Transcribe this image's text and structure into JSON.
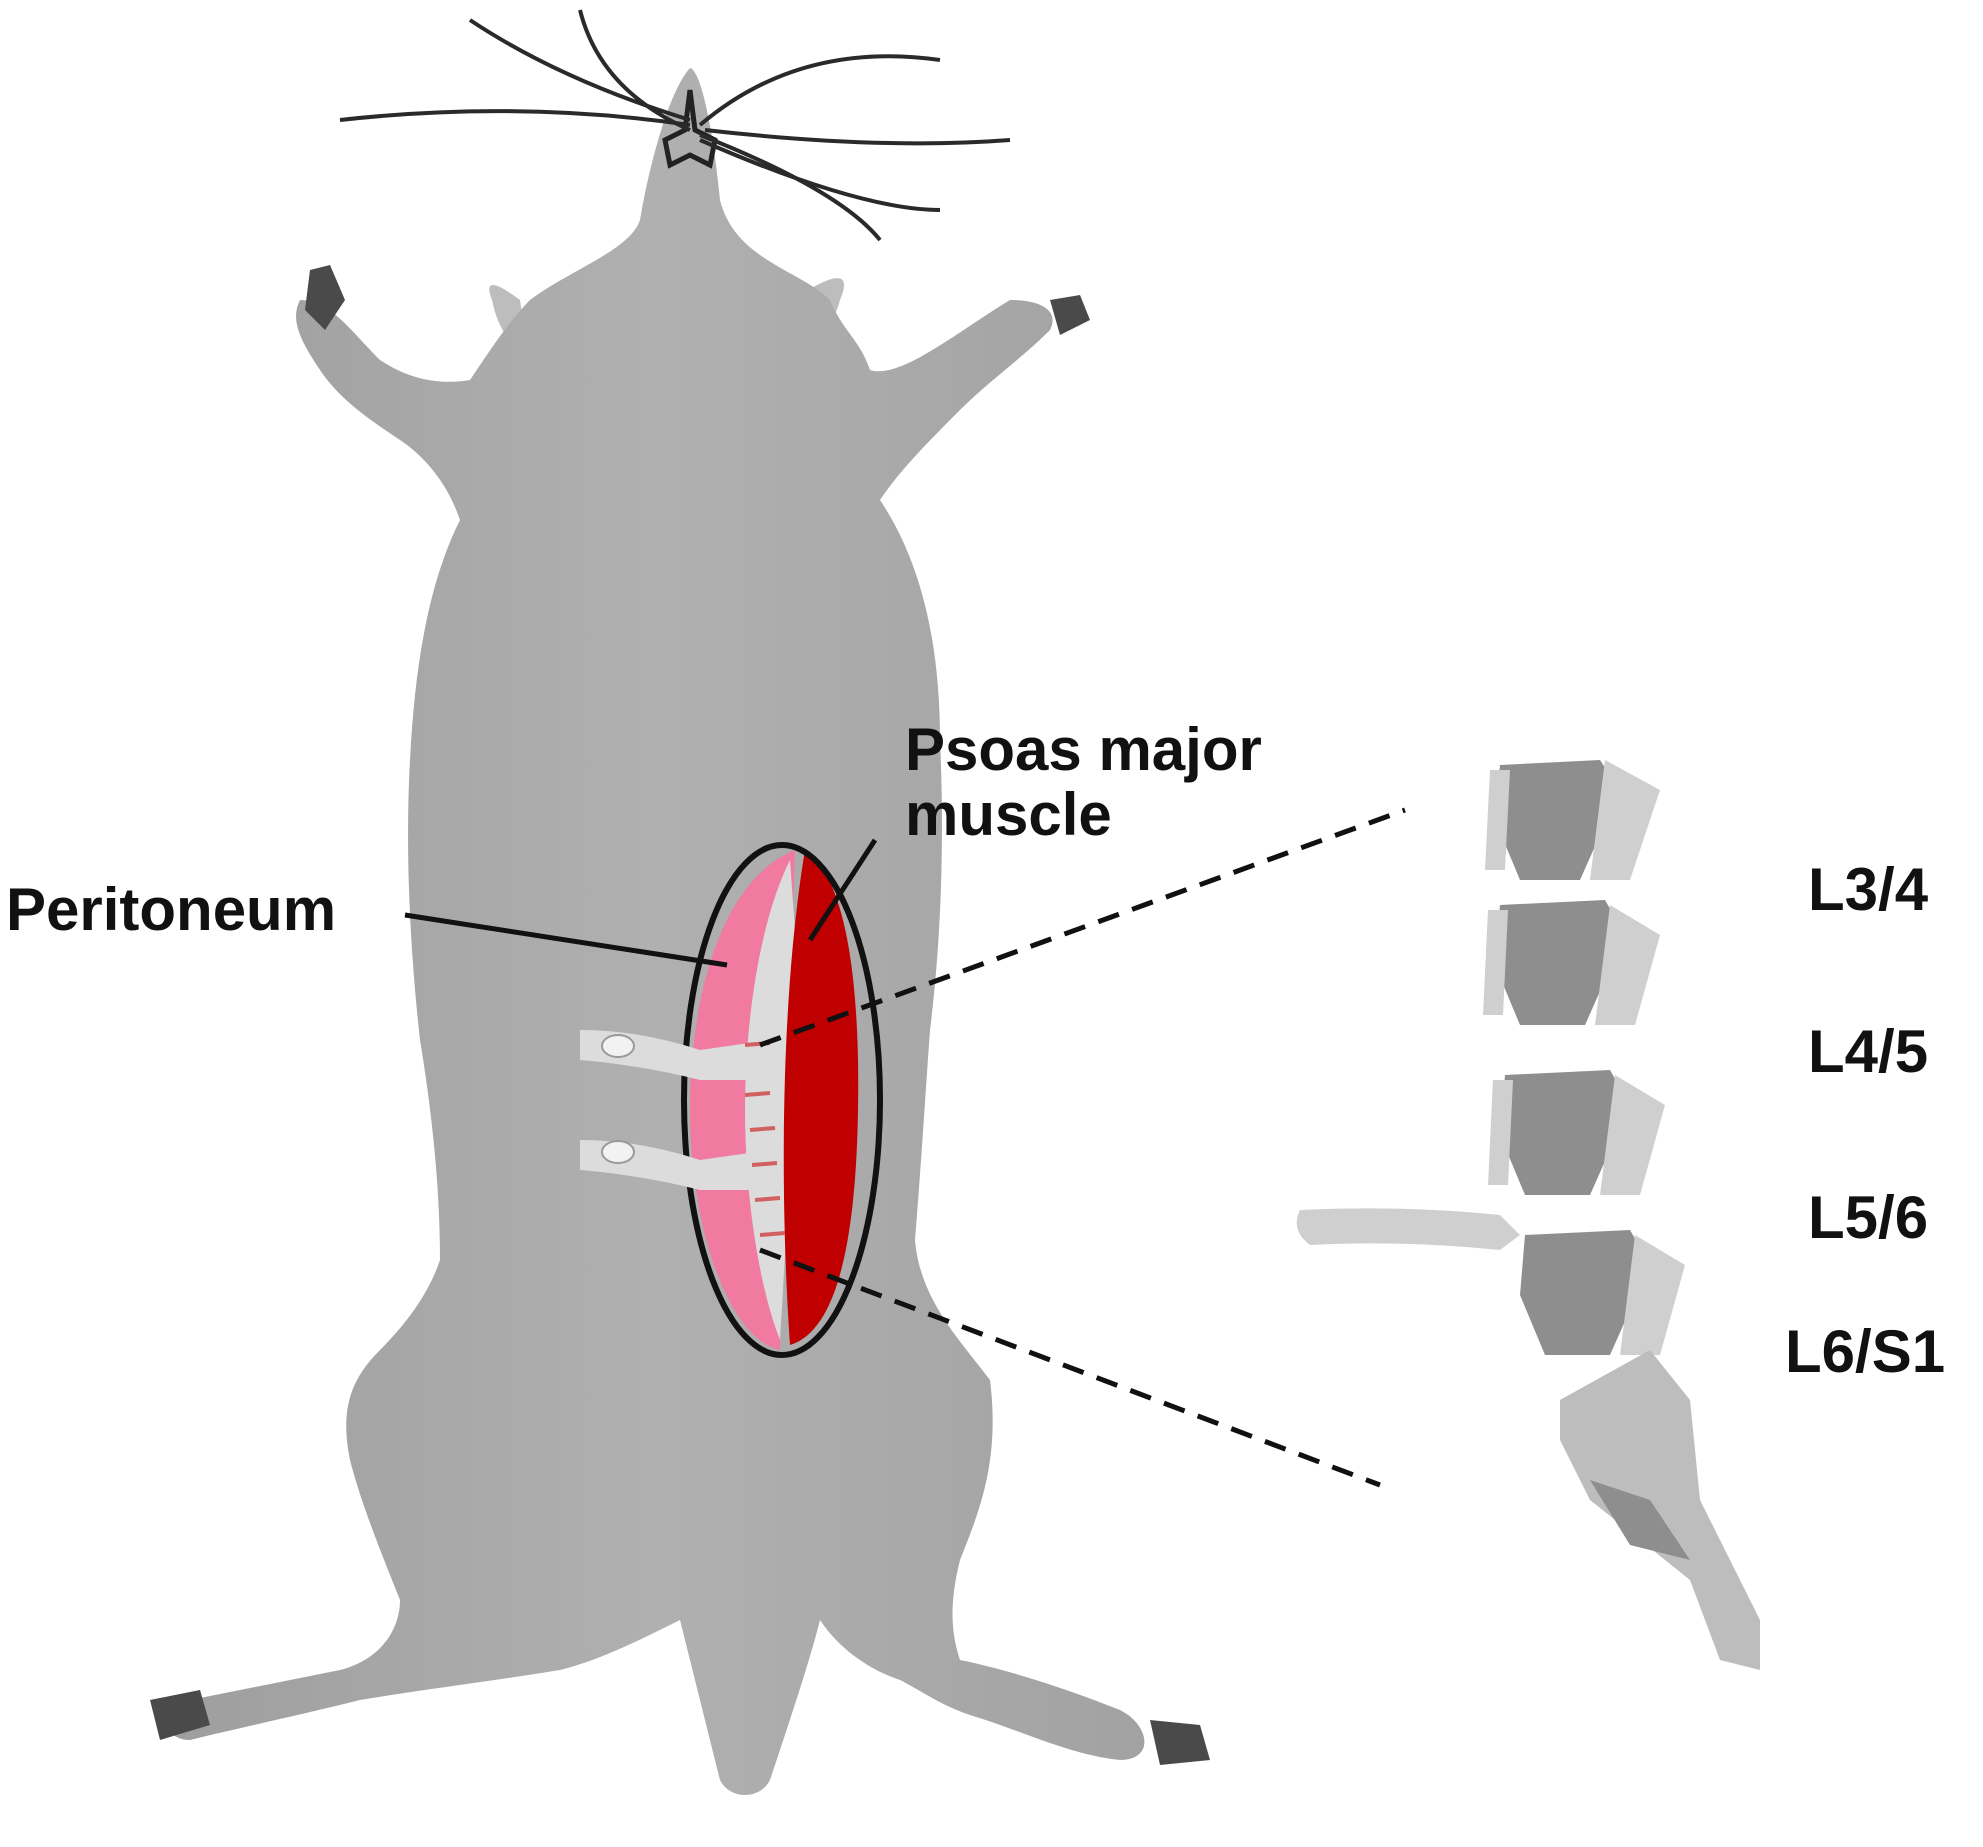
{
  "labels": {
    "peritoneum": "Peritoneum",
    "psoas_line1": "Psoas major",
    "psoas_line2": "muscle"
  },
  "spine_levels": [
    "L3/4",
    "L4/5",
    "L5/6",
    "L6/S1"
  ],
  "colors": {
    "body": "#a9a9a9",
    "body_highlight": "#dcdcdc",
    "peritoneum": "#f07aa0",
    "psoas_muscle": "#c00000",
    "vertebra_dark": "#8e8e8e",
    "vertebra_light": "#cfcfcf",
    "outline": "#111111"
  }
}
